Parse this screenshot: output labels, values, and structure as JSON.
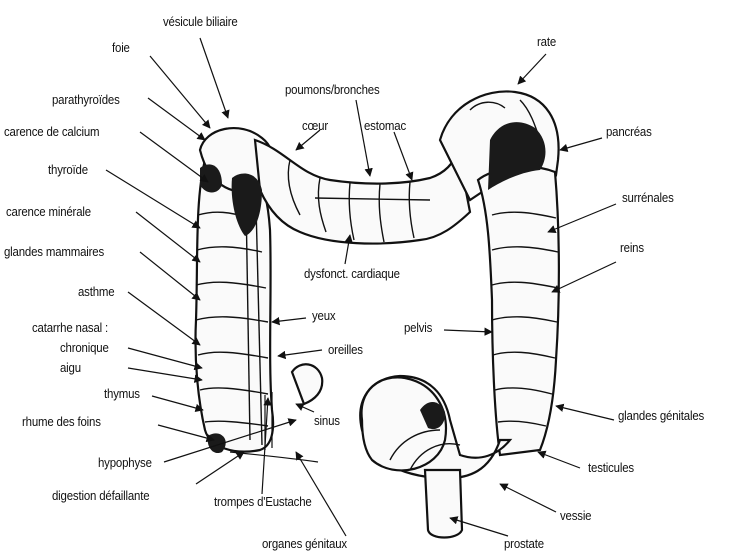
{
  "labels": {
    "vesicule_biliaire": "vésicule biliaire",
    "foie": "foie",
    "parathyroides": "parathyroïdes",
    "carence_calcium": "carence de calcium",
    "thyroide": "thyroïde",
    "carence_minerale": "carence minérale",
    "glandes_mammaires": "glandes mammaires",
    "asthme": "asthme",
    "catarrhe_nasal": "catarrhe nasal :",
    "chronique": "chronique",
    "aigu": "aigu",
    "thymus": "thymus",
    "rhume_foins": "rhume des foins",
    "hypophyse": "hypophyse",
    "digestion": "digestion défaillante",
    "trompes": "trompes d'Eustache",
    "organes_genitaux": "organes génitaux",
    "poumons": "poumons/bronches",
    "coeur": "cœur",
    "estomac": "estomac",
    "dysfonct": "dysfonct. cardiaque",
    "yeux": "yeux",
    "oreilles": "oreilles",
    "sinus": "sinus",
    "rate": "rate",
    "pancreas": "pancréas",
    "surrenales": "surrénales",
    "reins": "reins",
    "pelvis": "pelvis",
    "glandes_genitales": "glandes génitales",
    "testicules": "testicules",
    "vessie": "vessie",
    "prostate": "prostate"
  }
}
